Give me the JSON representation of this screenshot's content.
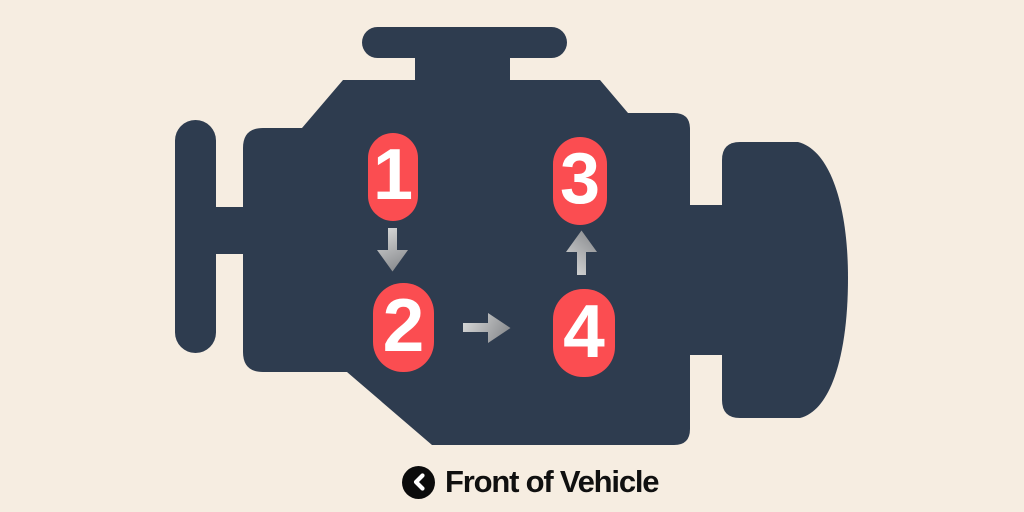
{
  "page": {
    "description": "Engine cylinder firing order diagram, top view of 4-cylinder engine",
    "background_color": "#f6ede1"
  },
  "engine": {
    "silhouette_color": "#2e3c4f",
    "parts": [
      "oil-cap",
      "dipstick-handle",
      "engine-block",
      "bell-housing"
    ]
  },
  "cylinders": [
    {
      "number": "1"
    },
    {
      "number": "2"
    },
    {
      "number": "3"
    },
    {
      "number": "4"
    }
  ],
  "badge": {
    "fill_color": "#fb4d51",
    "text_color": "#ffffff"
  },
  "firing_sequence": [
    {
      "from": "1",
      "to": "2",
      "direction": "down"
    },
    {
      "from": "2",
      "to": "4",
      "direction": "right"
    },
    {
      "from": "4",
      "to": "3",
      "direction": "up"
    }
  ],
  "arrow": {
    "light_color": "#dcdddd",
    "dark_color": "#8f9194"
  },
  "front_label": {
    "text": "Front of Vehicle",
    "icon": "chevron-left",
    "circle_color": "#0b0b0b",
    "text_color": "#101010"
  }
}
